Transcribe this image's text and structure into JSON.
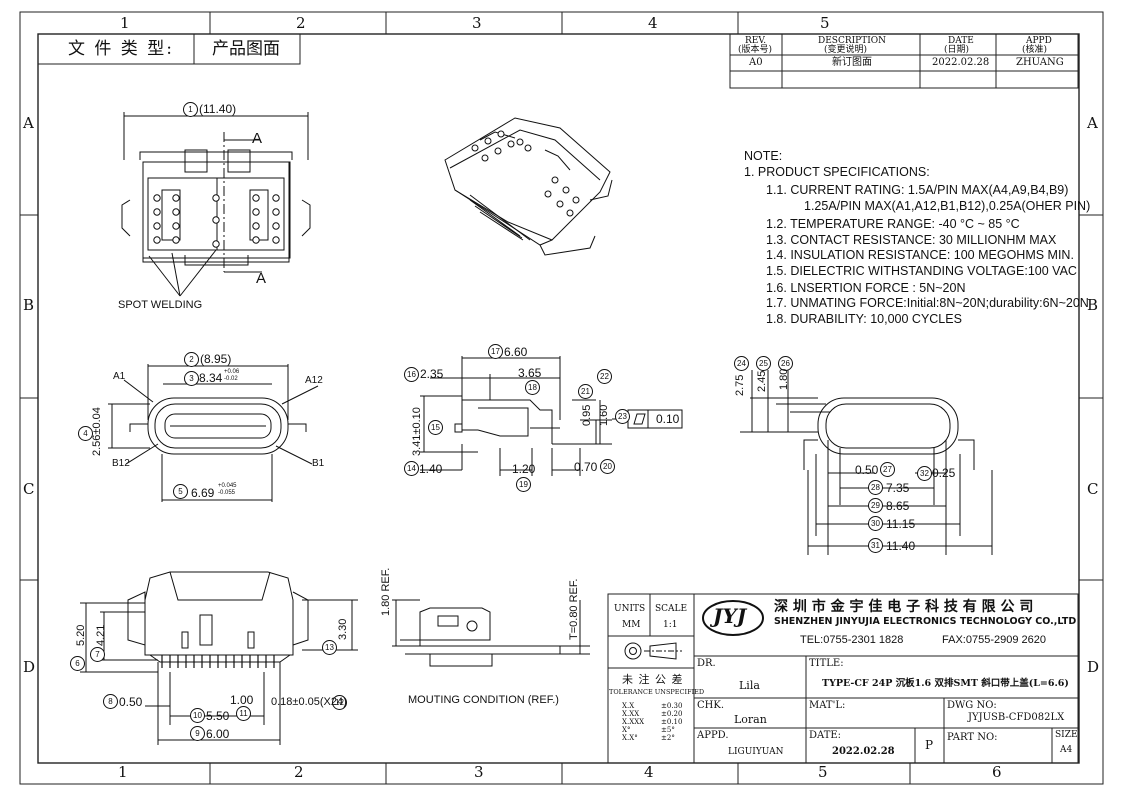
{
  "border": {
    "cols_top": [
      "1",
      "2",
      "3",
      "4",
      "5"
    ],
    "cols_bottom": [
      "1",
      "2",
      "3",
      "4",
      "5",
      "6"
    ],
    "rows_left": [
      "A",
      "B",
      "C",
      "D"
    ],
    "rows_right": [
      "A",
      "B",
      "C",
      "D"
    ]
  },
  "header": {
    "doc_type_label": "文 件 类 型:",
    "doc_type_value": "产品图面"
  },
  "revision": {
    "rev_h": "REV.",
    "rev_h2": "(版本号)",
    "desc_h": "DESCRIPTION",
    "desc_h2": "(变更说明)",
    "date_h": "DATE",
    "date_h2": "(日期)",
    "appd_h": "APPD",
    "appd_h2": "(核准)",
    "rev": "A0",
    "desc": "新订图面",
    "date": "2022.02.28",
    "appd": "ZHUANG"
  },
  "notes": {
    "title": "NOTE:",
    "l1": "1. PRODUCT SPECIFICATIONS:",
    "l11a": "1.1. CURRENT RATING: 1.5A/PIN MAX(A4,A9,B4,B9)",
    "l11b": "1.25A/PIN MAX(A1,A12,B1,B12),0.25A(OHER PIN)",
    "l12": "1.2. TEMPERATURE RANGE: -40 °C ~ 85 °C",
    "l13": "1.3. CONTACT RESISTANCE: 30 MILLIONHM MAX",
    "l14": "1.4. INSULATION RESISTANCE: 100 MEGOHMS MIN.",
    "l15": "1.5. DIELECTRIC WITHSTANDING VOLTAGE:100 VAC",
    "l16": "1.6. LNSERTION FORCE : 5N~20N",
    "l17": "1.7. UNMATING FORCE:Initial:8N~20N;durability:6N~20N",
    "l18": "1.8. DURABILITY:  10,000 CYCLES"
  },
  "views": {
    "top_dim": "(11.40)",
    "section_a": "A",
    "spot_welding": "SPOT WELDING",
    "front_w": "(8.95)",
    "front_inner": "8.34",
    "front_inner_tol": "+0.06 -0.02",
    "pin_a1": "A1",
    "pin_a12": "A12",
    "pin_b12": "B12",
    "pin_b1": "B1",
    "front_h": "2.56±0.04",
    "front_bottom": "6.69",
    "front_bottom_tol": "+0.045 -0.055",
    "side_len": "6.60",
    "side_235": "2.35",
    "side_365": "3.65",
    "side_341": "3.41±0.10",
    "side_095": "0.95",
    "side_160": "1.60",
    "flatness": "0.10",
    "side_140": "1.40",
    "side_120": "1.20",
    "side_070": "0.70",
    "end_275": "2.75",
    "end_245": "2.45",
    "end_180": "1.80",
    "end_050": "0.50",
    "end_025": "0.25",
    "end_735": "7.35",
    "end_865": "8.65",
    "end_1115": "11.15",
    "end_1140": "11.40",
    "bot_520": "5.20",
    "bot_421": "4.21",
    "bot_330": "3.30",
    "bot_050": "0.50",
    "bot_100": "1.00",
    "bot_018": "0.18±0.05(X24)",
    "bot_550": "5.50",
    "bot_600": "6.00",
    "mount_180": "1.80 REF.",
    "mount_080": "T=0.80 REF.",
    "mount_label": "MOUTING CONDITION (REF.)"
  },
  "balloons": [
    "1",
    "2",
    "3",
    "4",
    "5",
    "6",
    "7",
    "8",
    "9",
    "10",
    "11",
    "12",
    "13",
    "14",
    "15",
    "16",
    "17",
    "18",
    "19",
    "20",
    "21",
    "22",
    "23",
    "24",
    "25",
    "26",
    "27",
    "28",
    "29",
    "30",
    "31",
    "32"
  ],
  "title_block": {
    "units_h": "UNITS",
    "units": "MM",
    "scale_h": "SCALE",
    "scale": "1:1",
    "logo": "JYJ",
    "company_cn": "深 圳 市 金 宇 佳 电 子 科 技 有 限 公 司",
    "company_en": "SHENZHEN JINYUJIA ELECTRONICS TECHNOLOGY CO.,LTD",
    "tel": "TEL:0755-2301 1828",
    "fax": "FAX:0755-2909 2620",
    "tol_cn": "未 注 公 差",
    "tol_en": "TOLERANCE UNSPECIFIED",
    "tol_rows": [
      [
        "X.X",
        "±0.30"
      ],
      [
        "X.XX",
        "±0.20"
      ],
      [
        "X.XXX",
        "±0.10"
      ],
      [
        "X°",
        "±5°"
      ],
      [
        "X.X°",
        "±2°"
      ]
    ],
    "dr_h": "DR.",
    "dr": "Lila",
    "chk_h": "CHK.",
    "chk": "Loran",
    "appd_h": "APPD.",
    "appd": "LIGUIYUAN",
    "title_h": "TITLE:",
    "title": "TYPE-CF 24P 沉板1.6 双排SMT 斜口带上盖(L=6.6)",
    "matl_h": "MAT'L:",
    "dwg_h": "DWG NO:",
    "dwg": "JYJUSB-CFD082LX",
    "date_h": "DATE:",
    "date": "2022.02.28",
    "p": "P",
    "part_h": "PART NO:",
    "size_h": "SIZE",
    "size": "A4"
  }
}
